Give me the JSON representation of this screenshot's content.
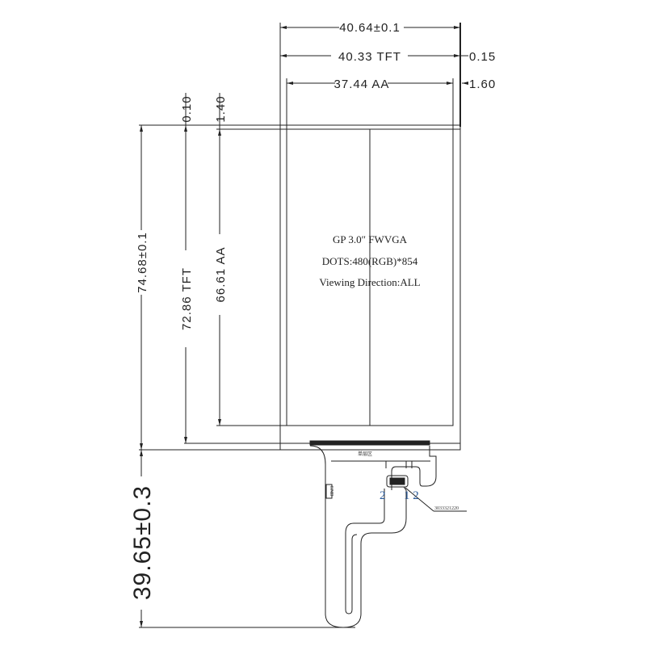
{
  "dimensions": {
    "outline_width": "40.64±0.1",
    "tft_width": "40.33  TFT",
    "aa_width": "37.44  AA",
    "right_offset_top": "0.15",
    "right_offset_aa": "1.60",
    "top_offset_tft": "0.10",
    "top_offset_aa": "1.40",
    "outline_height": "74.68±0.1",
    "tft_height": "72.86  TFT",
    "aa_height": "66.61  AA",
    "fpc_length": "39.65±0.3"
  },
  "panel": {
    "line1": "GP 3.0″ FWVGA",
    "line2": "DOTS:480(RGB)*854",
    "line3": "Viewing Direction:ALL"
  },
  "fpc": {
    "area_label": "单层区",
    "gnd_label": "GND",
    "pin_left": "2",
    "pin_right": "1 2",
    "connector_part": "3033321220"
  }
}
